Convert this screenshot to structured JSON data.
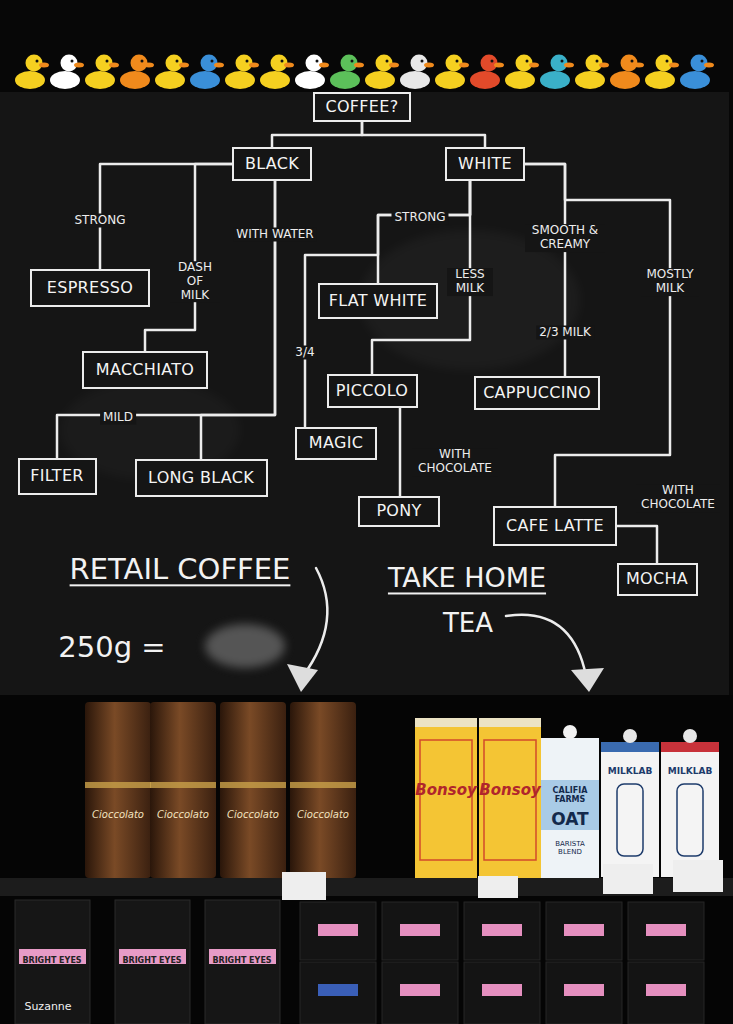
{
  "diagram": {
    "nodes": [
      {
        "text": [
          "COFFEE?"
        ]
      },
      {
        "text": [
          "BLACK"
        ]
      },
      {
        "text": [
          "WHITE"
        ]
      },
      {
        "text": [
          "ESPRESSO"
        ]
      },
      {
        "text": [
          "FLAT WHITE"
        ]
      },
      {
        "text": [
          "MACCHIATO"
        ]
      },
      {
        "text": [
          "PICCOLO"
        ]
      },
      {
        "text": [
          "CAPPUCCINO"
        ]
      },
      {
        "text": [
          "MAGIC"
        ]
      },
      {
        "text": [
          "FILTER"
        ]
      },
      {
        "text": [
          "LONG BLACK"
        ]
      },
      {
        "text": [
          "PONY"
        ]
      },
      {
        "text": [
          "CAFE LATTE"
        ]
      },
      {
        "text": [
          "MOCHA"
        ]
      }
    ],
    "edges": [
      {
        "from": 0,
        "to": 1,
        "arrow": "none"
      },
      {
        "from": 0,
        "to": 2,
        "arrow": "none"
      },
      {
        "from": 1,
        "to": 3,
        "label": "STRONG",
        "arrow": "none"
      },
      {
        "from": 1,
        "to": 5,
        "label": "DASH OF MILK",
        "arrow": "none"
      },
      {
        "from": 1,
        "to": 10,
        "label": "WITH WATER",
        "arrow": "none"
      },
      {
        "from": 1,
        "to": 9,
        "label": "MILD",
        "arrow": "none"
      },
      {
        "from": 2,
        "to": 4,
        "label": "STRONG",
        "arrow": "none"
      },
      {
        "from": 2,
        "to": 8,
        "label": "3/4",
        "arrow": "none"
      },
      {
        "from": 2,
        "to": 6,
        "label": "LESS MILK",
        "arrow": "none"
      },
      {
        "from": 6,
        "to": 11,
        "label": "WITH CHOCOLATE",
        "arrow": "none"
      },
      {
        "from": 2,
        "to": 7,
        "label": "2/3 MILK",
        "arrow": "none"
      },
      {
        "from": 2,
        "to": 12,
        "label": "MOSTLY MILK",
        "arrow": "none"
      },
      {
        "from": 12,
        "to": 13,
        "label": "WITH CHOCOLATE",
        "arrow": "none"
      }
    ],
    "labels": [
      "SMOOTH & CREAMY",
      "RETAIL COFFEE",
      "250g =",
      "TAKE HOME",
      "TEA",
      "Cioccolato",
      "Cioccolato",
      "Cioccolato",
      "Cioccolato",
      "Bonsoy",
      "Bonsoy",
      "CALIFIA FARMS",
      "OAT",
      "BARISTA BLEND",
      "MILKLAB",
      "MILKLAB",
      "BRIGHT EYES",
      "BRIGHT EYES",
      "BRIGHT EYES",
      "Suzanne"
    ]
  }
}
